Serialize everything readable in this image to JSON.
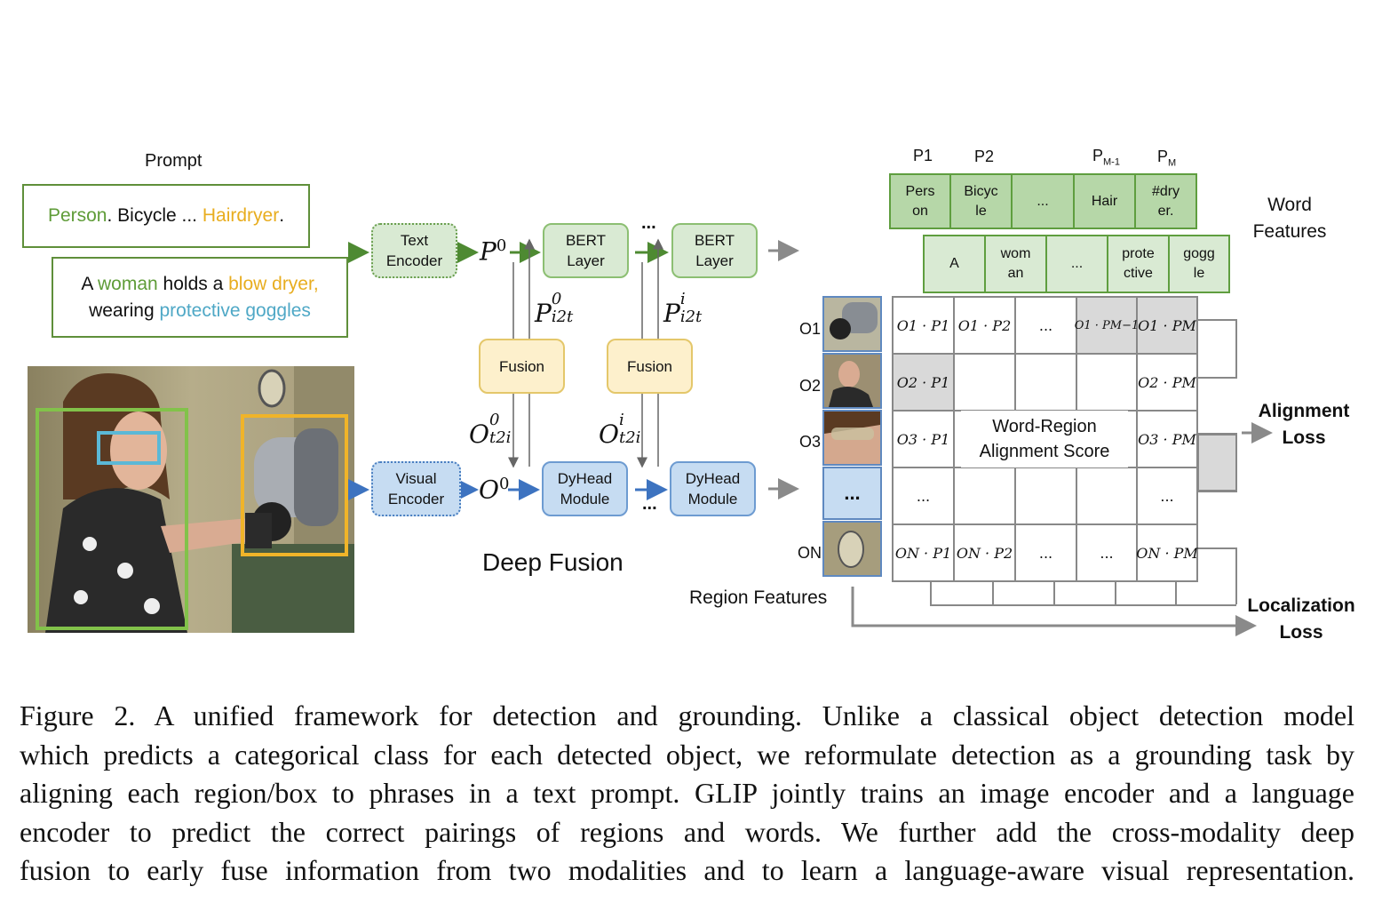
{
  "prompt_label": "Prompt",
  "prompt_detection": {
    "p1": "Person",
    "p2": ". Bicycle ... ",
    "p3": "Hairdryer",
    "p4": "."
  },
  "prompt_grounding": {
    "a": "A ",
    "b": "woman",
    "c": " holds a ",
    "d": "blow dryer,",
    "e": "wearing ",
    "f": "protective goggles"
  },
  "colors": {
    "green": "#5f9c38",
    "orange": "#e8ad1f",
    "teal": "#4fa8c6",
    "node_green": "#d9ead3",
    "node_blue": "#c6dcf2",
    "node_yellow": "#fdf0cc",
    "arrow_green": "#4e8a32",
    "arrow_blue": "#3d73c0",
    "arrow_grey": "#8a8a8a"
  },
  "nodes": {
    "text_encoder": "Text\nEncoder",
    "visual_encoder": "Visual\nEncoder",
    "bert_layer_1": "BERT\nLayer",
    "bert_layer_2": "BERT\nLayer",
    "fusion_1": "Fusion",
    "fusion_2": "Fusion",
    "dyhead_1": "DyHead\nModule",
    "dyhead_2": "DyHead\nModule"
  },
  "symbols": {
    "p0_base": "P",
    "p0_sup": "0",
    "o0_base": "O",
    "o0_sup": "0",
    "pi2t0_base": "P",
    "pi2t0_sup": "0",
    "pi2t0_sub": "i2t",
    "pi2ti_base": "P",
    "pi2ti_sup": "i",
    "pi2ti_sub": "i2t",
    "ot2i0_base": "O",
    "ot2i0_sup": "0",
    "ot2i0_sub": "t2i",
    "ot2ii_base": "O",
    "ot2ii_sup": "i",
    "ot2ii_sub": "t2i",
    "ellipsis": "..."
  },
  "deep_fusion_label": "Deep Fusion",
  "region_features_label": "Region Features",
  "word_features_label": "Word\nFeatures",
  "alignment_loss_label": "Alignment\nLoss",
  "localization_loss_label": "Localization\nLoss",
  "word_region_label": "Word-Region\nAlignment Score",
  "p_headers": [
    {
      "base": "P1",
      "sub": ""
    },
    {
      "base": "P2",
      "sub": ""
    },
    {
      "base": "P",
      "sub": "M-1"
    },
    {
      "base": "P",
      "sub": "M"
    }
  ],
  "word_row_1": [
    "Pers\non",
    "Bicyc\nle",
    "...",
    "Hair",
    "#dry\ner."
  ],
  "word_row_2": [
    "A",
    "wom\nan",
    "...",
    "prote\nctive",
    "gogg\nle"
  ],
  "o_labels": [
    {
      "base": "O",
      "sub": "1"
    },
    {
      "base": "O",
      "sub": "2"
    },
    {
      "base": "O",
      "sub": "3"
    },
    {
      "base": "O",
      "sub": "N"
    }
  ],
  "region_ellipsis": "...",
  "grid": {
    "r1": [
      "O1 · P1",
      "O1 · P2",
      "...",
      "O1 · PM−1",
      "O1 · PM"
    ],
    "r2": [
      "O2 · P1",
      "",
      "",
      "",
      "O2 · PM"
    ],
    "r3": [
      "O3 · P1",
      "",
      "",
      "",
      "O3 · PM"
    ],
    "r4": [
      "...",
      "",
      "",
      "",
      "..."
    ],
    "r5": [
      "ON · P1",
      "ON · P2",
      "...",
      "...",
      "ON · PM"
    ]
  },
  "caption": {
    "line1": "Figure 2.  A unified framework for detection and grounding.  Unlike a classical object detection model",
    "line2": "which predicts a categorical class for each detected object, we reformulate detection as a grounding task by",
    "line3": "aligning each region/box to phrases in a text prompt. GLIP jointly trains an image encoder and a language",
    "line4": "encoder to predict the correct pairings of regions and words.  We further add the cross-modality deep",
    "line5": "fusion to early fuse information from two modalities and to learn a language-aware visual representation."
  }
}
